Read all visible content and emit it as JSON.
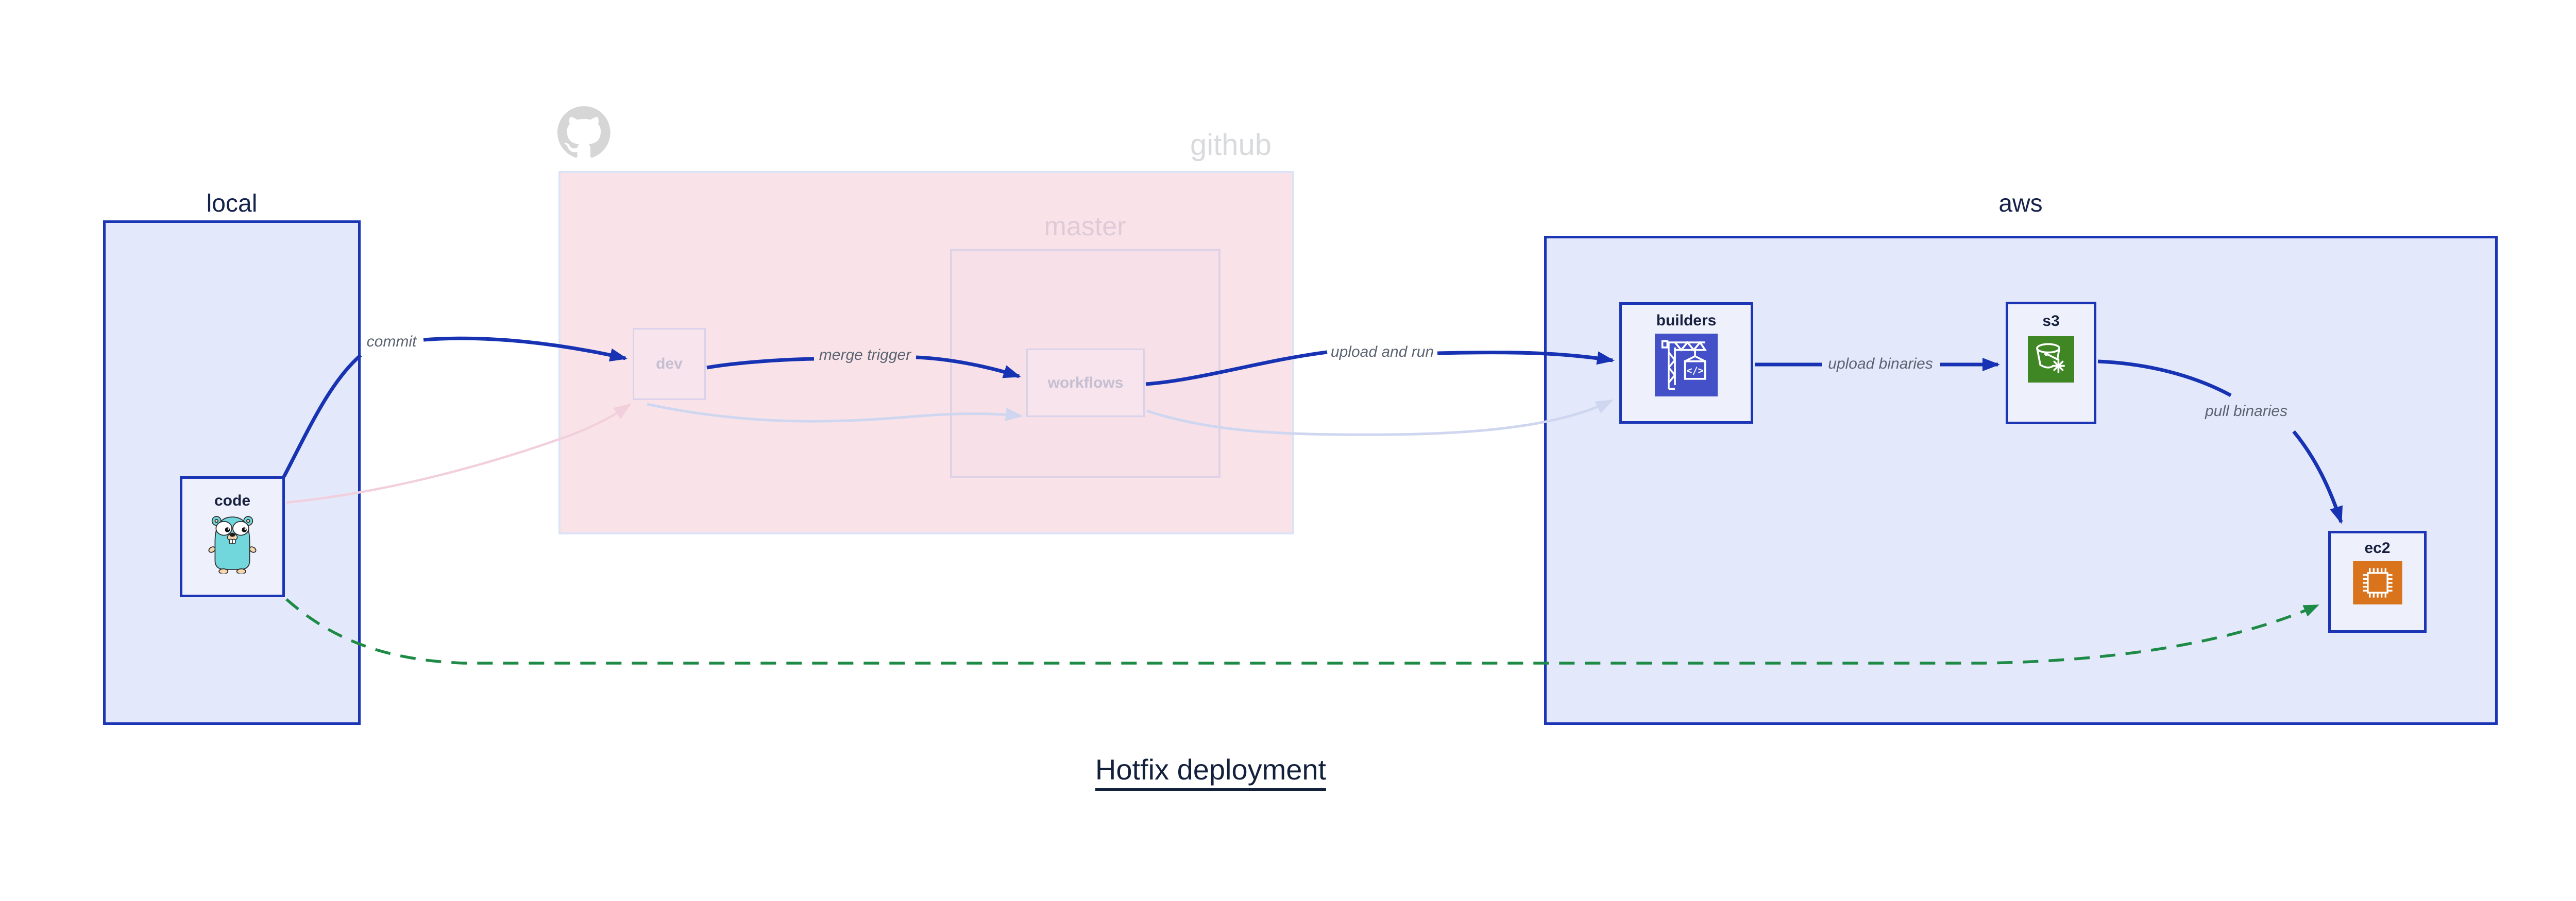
{
  "title": {
    "text": "Hotfix deployment"
  },
  "clusters": {
    "local": {
      "label": "local"
    },
    "github": {
      "label": "github"
    },
    "master": {
      "label": "master"
    },
    "aws": {
      "label": "aws"
    }
  },
  "nodes": {
    "code": {
      "label": "code",
      "icon": "gopher-icon"
    },
    "dev": {
      "label": "dev",
      "icon": ""
    },
    "workflows": {
      "label": "workflows",
      "icon": ""
    },
    "builders": {
      "label": "builders",
      "icon": "codebuild-crane-icon"
    },
    "s3": {
      "label": "s3",
      "icon": "s3-glacier-bucket-icon"
    },
    "ec2": {
      "label": "ec2",
      "icon": "ec2-chip-icon"
    }
  },
  "edges": {
    "commit": {
      "label": "commit",
      "style": "solid-blue"
    },
    "merge_trigger": {
      "label": "merge trigger",
      "style": "solid-blue"
    },
    "upload_and_run": {
      "label": "upload and run",
      "style": "solid-blue"
    },
    "upload_binaries": {
      "label": "upload binaries",
      "style": "solid-blue"
    },
    "pull_binaries": {
      "label": "pull binaries",
      "style": "solid-blue"
    },
    "code_to_dev": {
      "label": "",
      "style": "faded-pink"
    },
    "dev_to_workflows": {
      "label": "",
      "style": "faded-lavender"
    },
    "workflows_to_builders": {
      "label": "",
      "style": "faded-lavender"
    },
    "code_to_ec2_hotfix": {
      "label": "",
      "style": "dashed-green"
    }
  },
  "colors": {
    "blue_edge": "#1733b3",
    "cluster_blue_border": "#1b35b5",
    "cluster_blue_fill": "#e3e8fa",
    "node_fill": "#eef1fc",
    "pink_cluster_fill": "#f9e3e9",
    "pink_cluster_border": "#dde3f6",
    "edge_label_gray": "#5c6472",
    "github_watermark_gray": "#d9dadd",
    "master_watermark": "#dfcbd7",
    "green_dashed_edge": "#1d8a45",
    "faded_pink_edge": "#f2cfdc",
    "faded_lavender_edge": "#cfd6f0",
    "codebuild_indigo": "#4450c8",
    "s3_green": "#3f8624",
    "ec2_orange": "#d9731c",
    "gopher_teal": "#72d6dd",
    "title_navy": "#13203c"
  }
}
